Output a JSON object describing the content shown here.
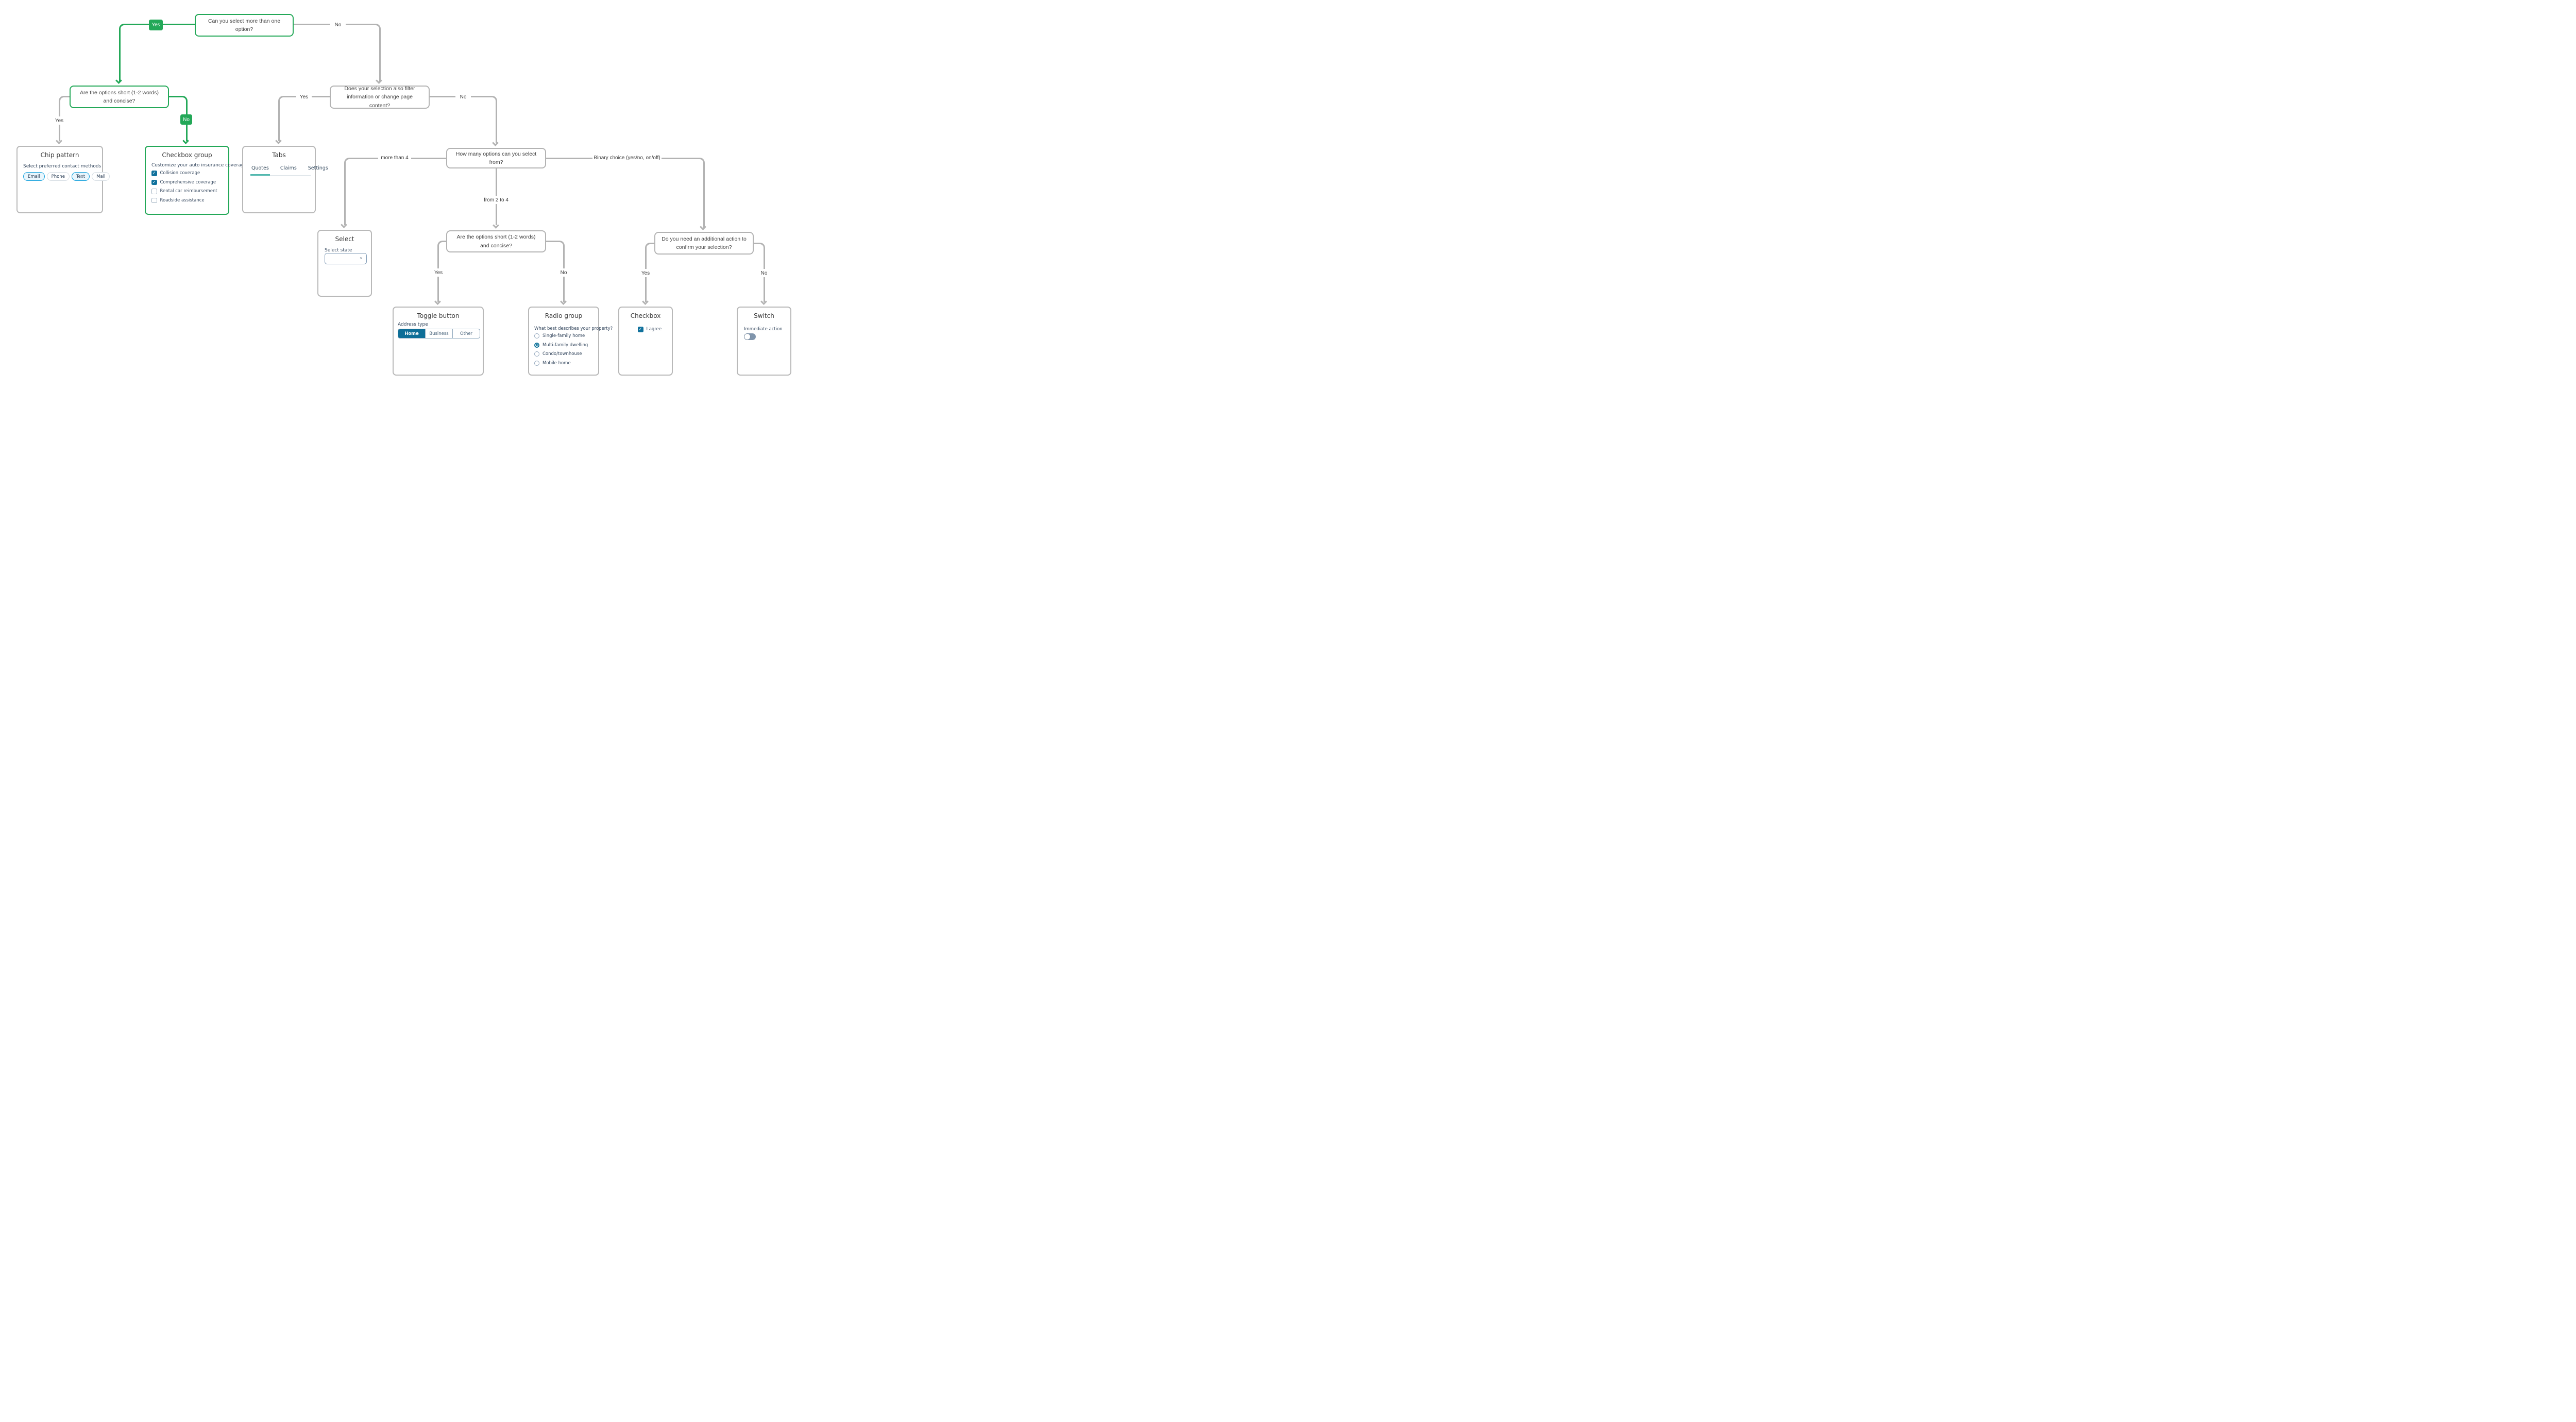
{
  "colors": {
    "accent_green": "#23a858",
    "line_gray": "#b3b3b3",
    "teal_dark": "#0e6e97",
    "chip_blue": "#14a0dc",
    "tab_underline_teal": "#52b8ae"
  },
  "flow": {
    "q1": "Can you select more than one option?",
    "q2": "Are the options short (1-2 words) and concise?",
    "q3": "Does your selection also filter information or change page content?",
    "q4": "How many options can you select from?",
    "q5": "Are the options short (1-2 words) and concise?",
    "q6": "Do you need an additional action to confirm your selection?",
    "yes": "Yes",
    "no": "No",
    "more_than_4": "more than 4",
    "from_2_to_4": "from 2 to 4",
    "binary": "Binary choice (yes/no, on/off)"
  },
  "chip_card": {
    "title": "Chip pattern",
    "label": "Select preferred contact methods",
    "chips": [
      {
        "label": "Email",
        "selected": true
      },
      {
        "label": "Phone",
        "selected": false
      },
      {
        "label": "Text",
        "selected": true
      },
      {
        "label": "Mail",
        "selected": false
      }
    ]
  },
  "checkbox_group_card": {
    "title": "Checkbox group",
    "label": "Customize your auto insurance coverage",
    "items": [
      {
        "label": "Collision coverage",
        "checked": true
      },
      {
        "label": "Comprehensive coverage",
        "checked": true
      },
      {
        "label": "Rental car reimbursement",
        "checked": false
      },
      {
        "label": "Roadside assistance",
        "checked": false
      }
    ]
  },
  "tabs_card": {
    "title": "Tabs",
    "tabs": [
      {
        "label": "Quotes",
        "active": true
      },
      {
        "label": "Claims",
        "active": false
      },
      {
        "label": "Settings",
        "active": false
      }
    ]
  },
  "select_card": {
    "title": "Select",
    "label": "Select state",
    "value": ""
  },
  "toggle_card": {
    "title": "Toggle button",
    "label": "Address type",
    "options": [
      {
        "label": "Home",
        "selected": true
      },
      {
        "label": "Business",
        "selected": false
      },
      {
        "label": "Other",
        "selected": false
      }
    ]
  },
  "radio_card": {
    "title": "Radio group",
    "label": "What best describes your property?",
    "options": [
      {
        "label": "Single-family home",
        "selected": false
      },
      {
        "label": "Multi-family dwelling",
        "selected": true
      },
      {
        "label": "Condo/townhouse",
        "selected": false
      },
      {
        "label": "Mobile home",
        "selected": false
      }
    ]
  },
  "checkbox_card": {
    "title": "Checkbox",
    "items": [
      {
        "label": "I agree",
        "checked": true
      }
    ]
  },
  "switch_card": {
    "title": "Switch",
    "label": "Immediate action",
    "on": false
  }
}
